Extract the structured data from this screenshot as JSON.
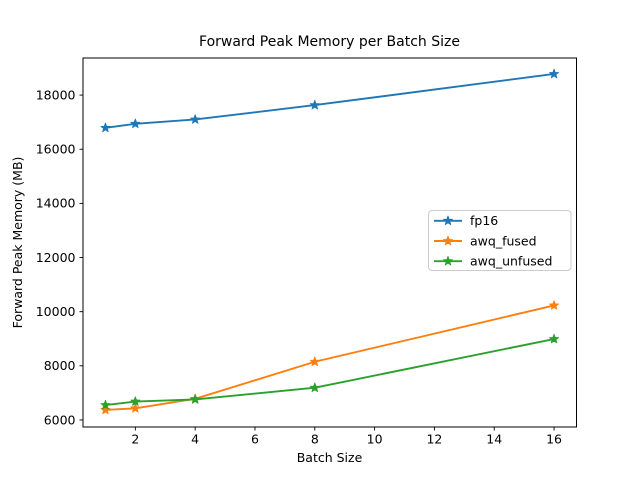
{
  "window": {
    "background_color": "#ffffff"
  },
  "chart_data": {
    "type": "line",
    "title": "Forward Peak Memory per Batch Size",
    "xlabel": "Batch Size",
    "ylabel": "Forward Peak Memory (MB)",
    "x": [
      1,
      2,
      4,
      8,
      16
    ],
    "series": [
      {
        "name": "fp16",
        "color": "#1f77b4",
        "marker": "star",
        "values": [
          16790,
          16940,
          17100,
          17630,
          18780
        ]
      },
      {
        "name": "awq_fused",
        "color": "#ff7f0e",
        "marker": "star",
        "values": [
          6370,
          6430,
          6780,
          8150,
          10230
        ]
      },
      {
        "name": "awq_unfused",
        "color": "#2ca02c",
        "marker": "star",
        "values": [
          6550,
          6680,
          6760,
          7190,
          8990
        ]
      }
    ],
    "xticks": [
      2,
      4,
      6,
      8,
      10,
      12,
      14,
      16
    ],
    "yticks": [
      6000,
      8000,
      10000,
      12000,
      14000,
      16000,
      18000
    ],
    "xlim": [
      0.25,
      16.75
    ],
    "ylim": [
      5740,
      19370
    ],
    "grid": false,
    "legend": {
      "position": "center right",
      "entries": [
        "fp16",
        "awq_fused",
        "awq_unfused"
      ],
      "border_color": "#cccccc",
      "background_color": "#ffffff"
    },
    "axis_color": "#000000"
  }
}
